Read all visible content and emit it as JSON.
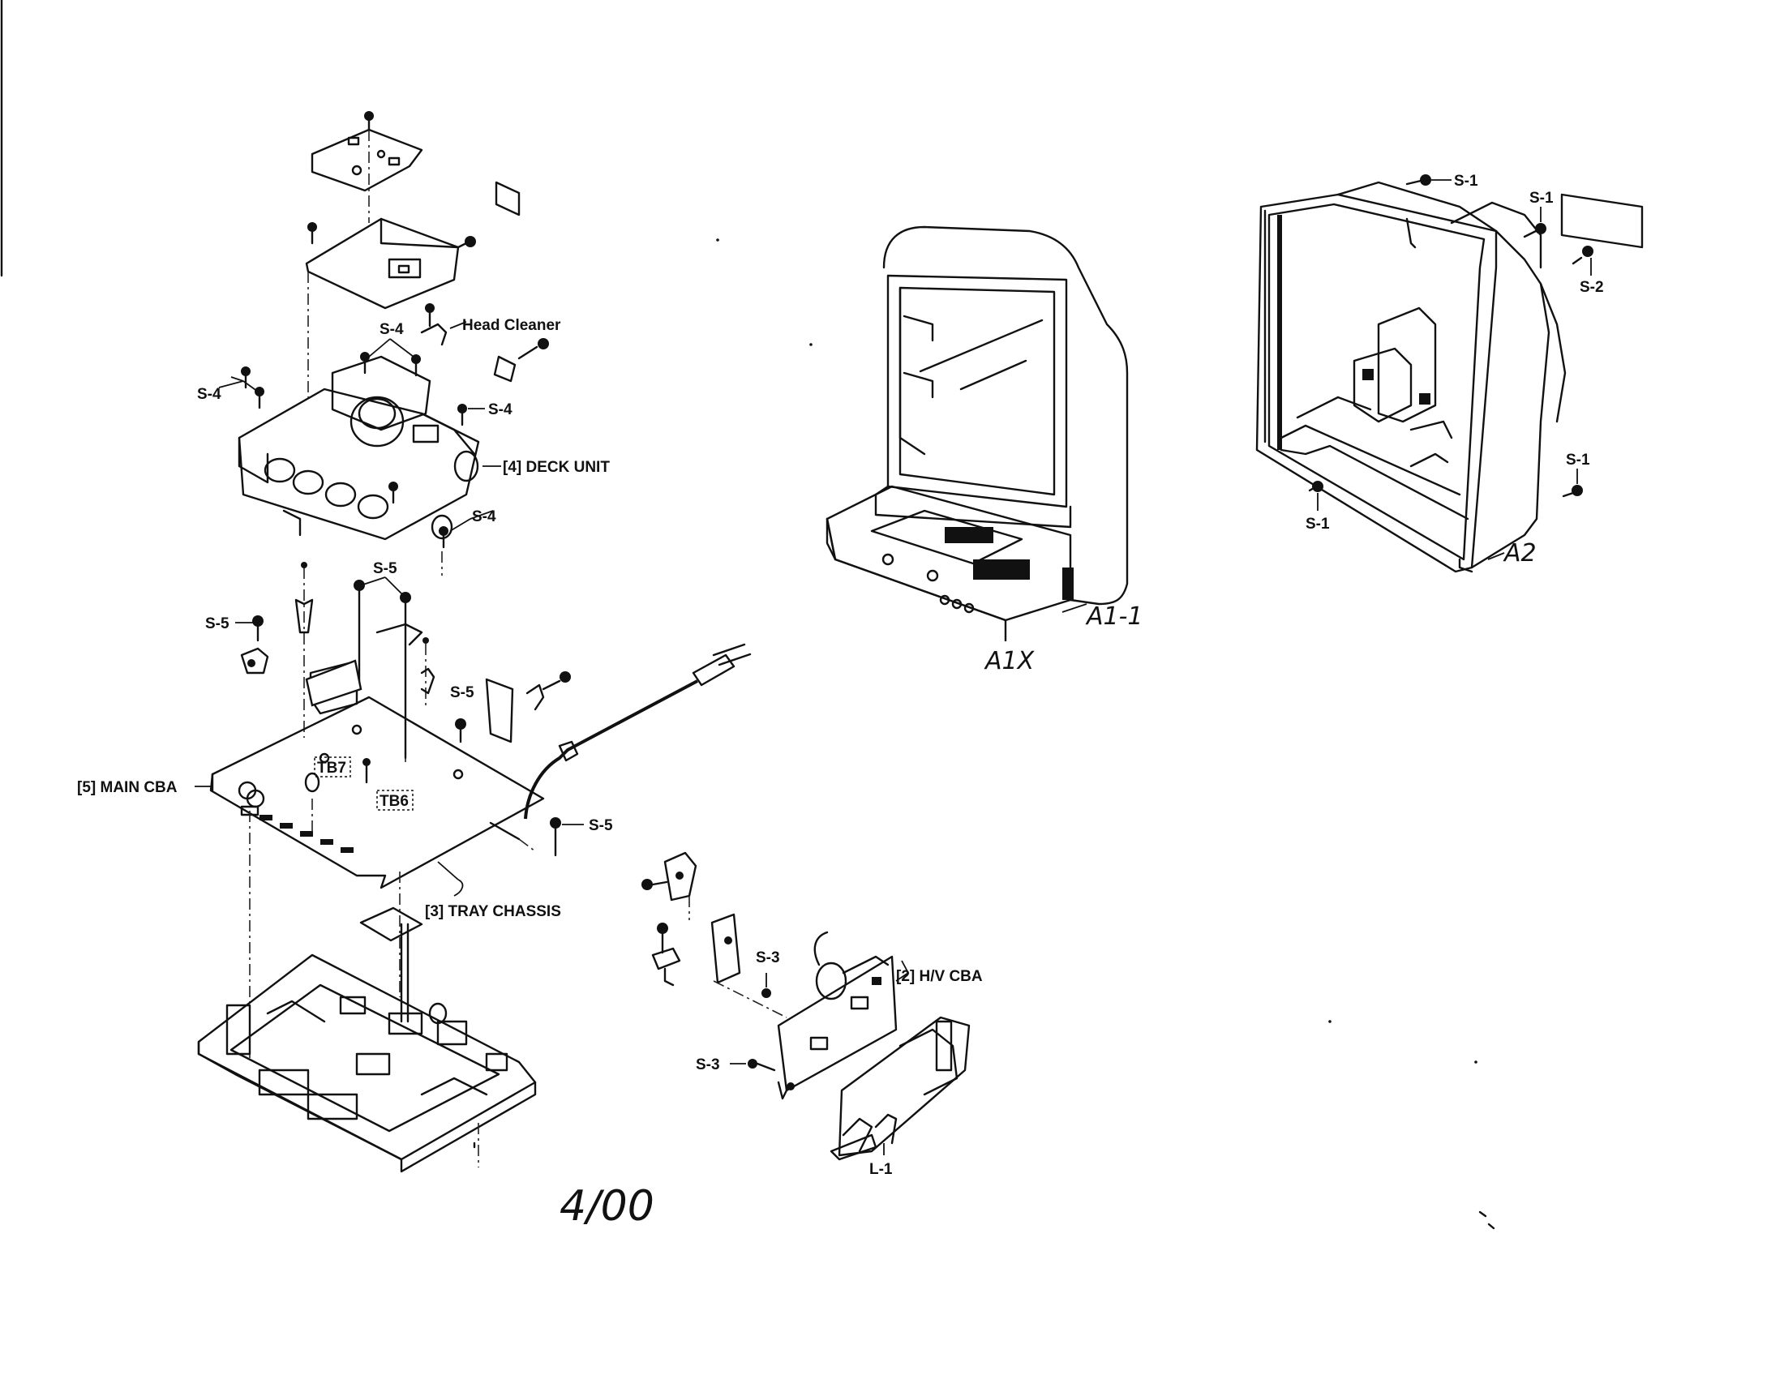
{
  "labels": {
    "head_cleaner": "Head Cleaner",
    "deck_unit": "[4] DECK UNIT",
    "main_cba": "[5] MAIN CBA",
    "tray_chassis": "[3] TRAY CHASSIS",
    "hv_cba": "[2] H/V CBA",
    "tb7": "TB7",
    "tb6": "TB6",
    "s1": "S-1",
    "s2": "S-2",
    "s3": "S-3",
    "s4": "S-4",
    "s5": "S-5",
    "l1": "L-1",
    "a1_1": "A1-1",
    "a1x": "A1X",
    "a2": "A2",
    "date": "4/00"
  }
}
